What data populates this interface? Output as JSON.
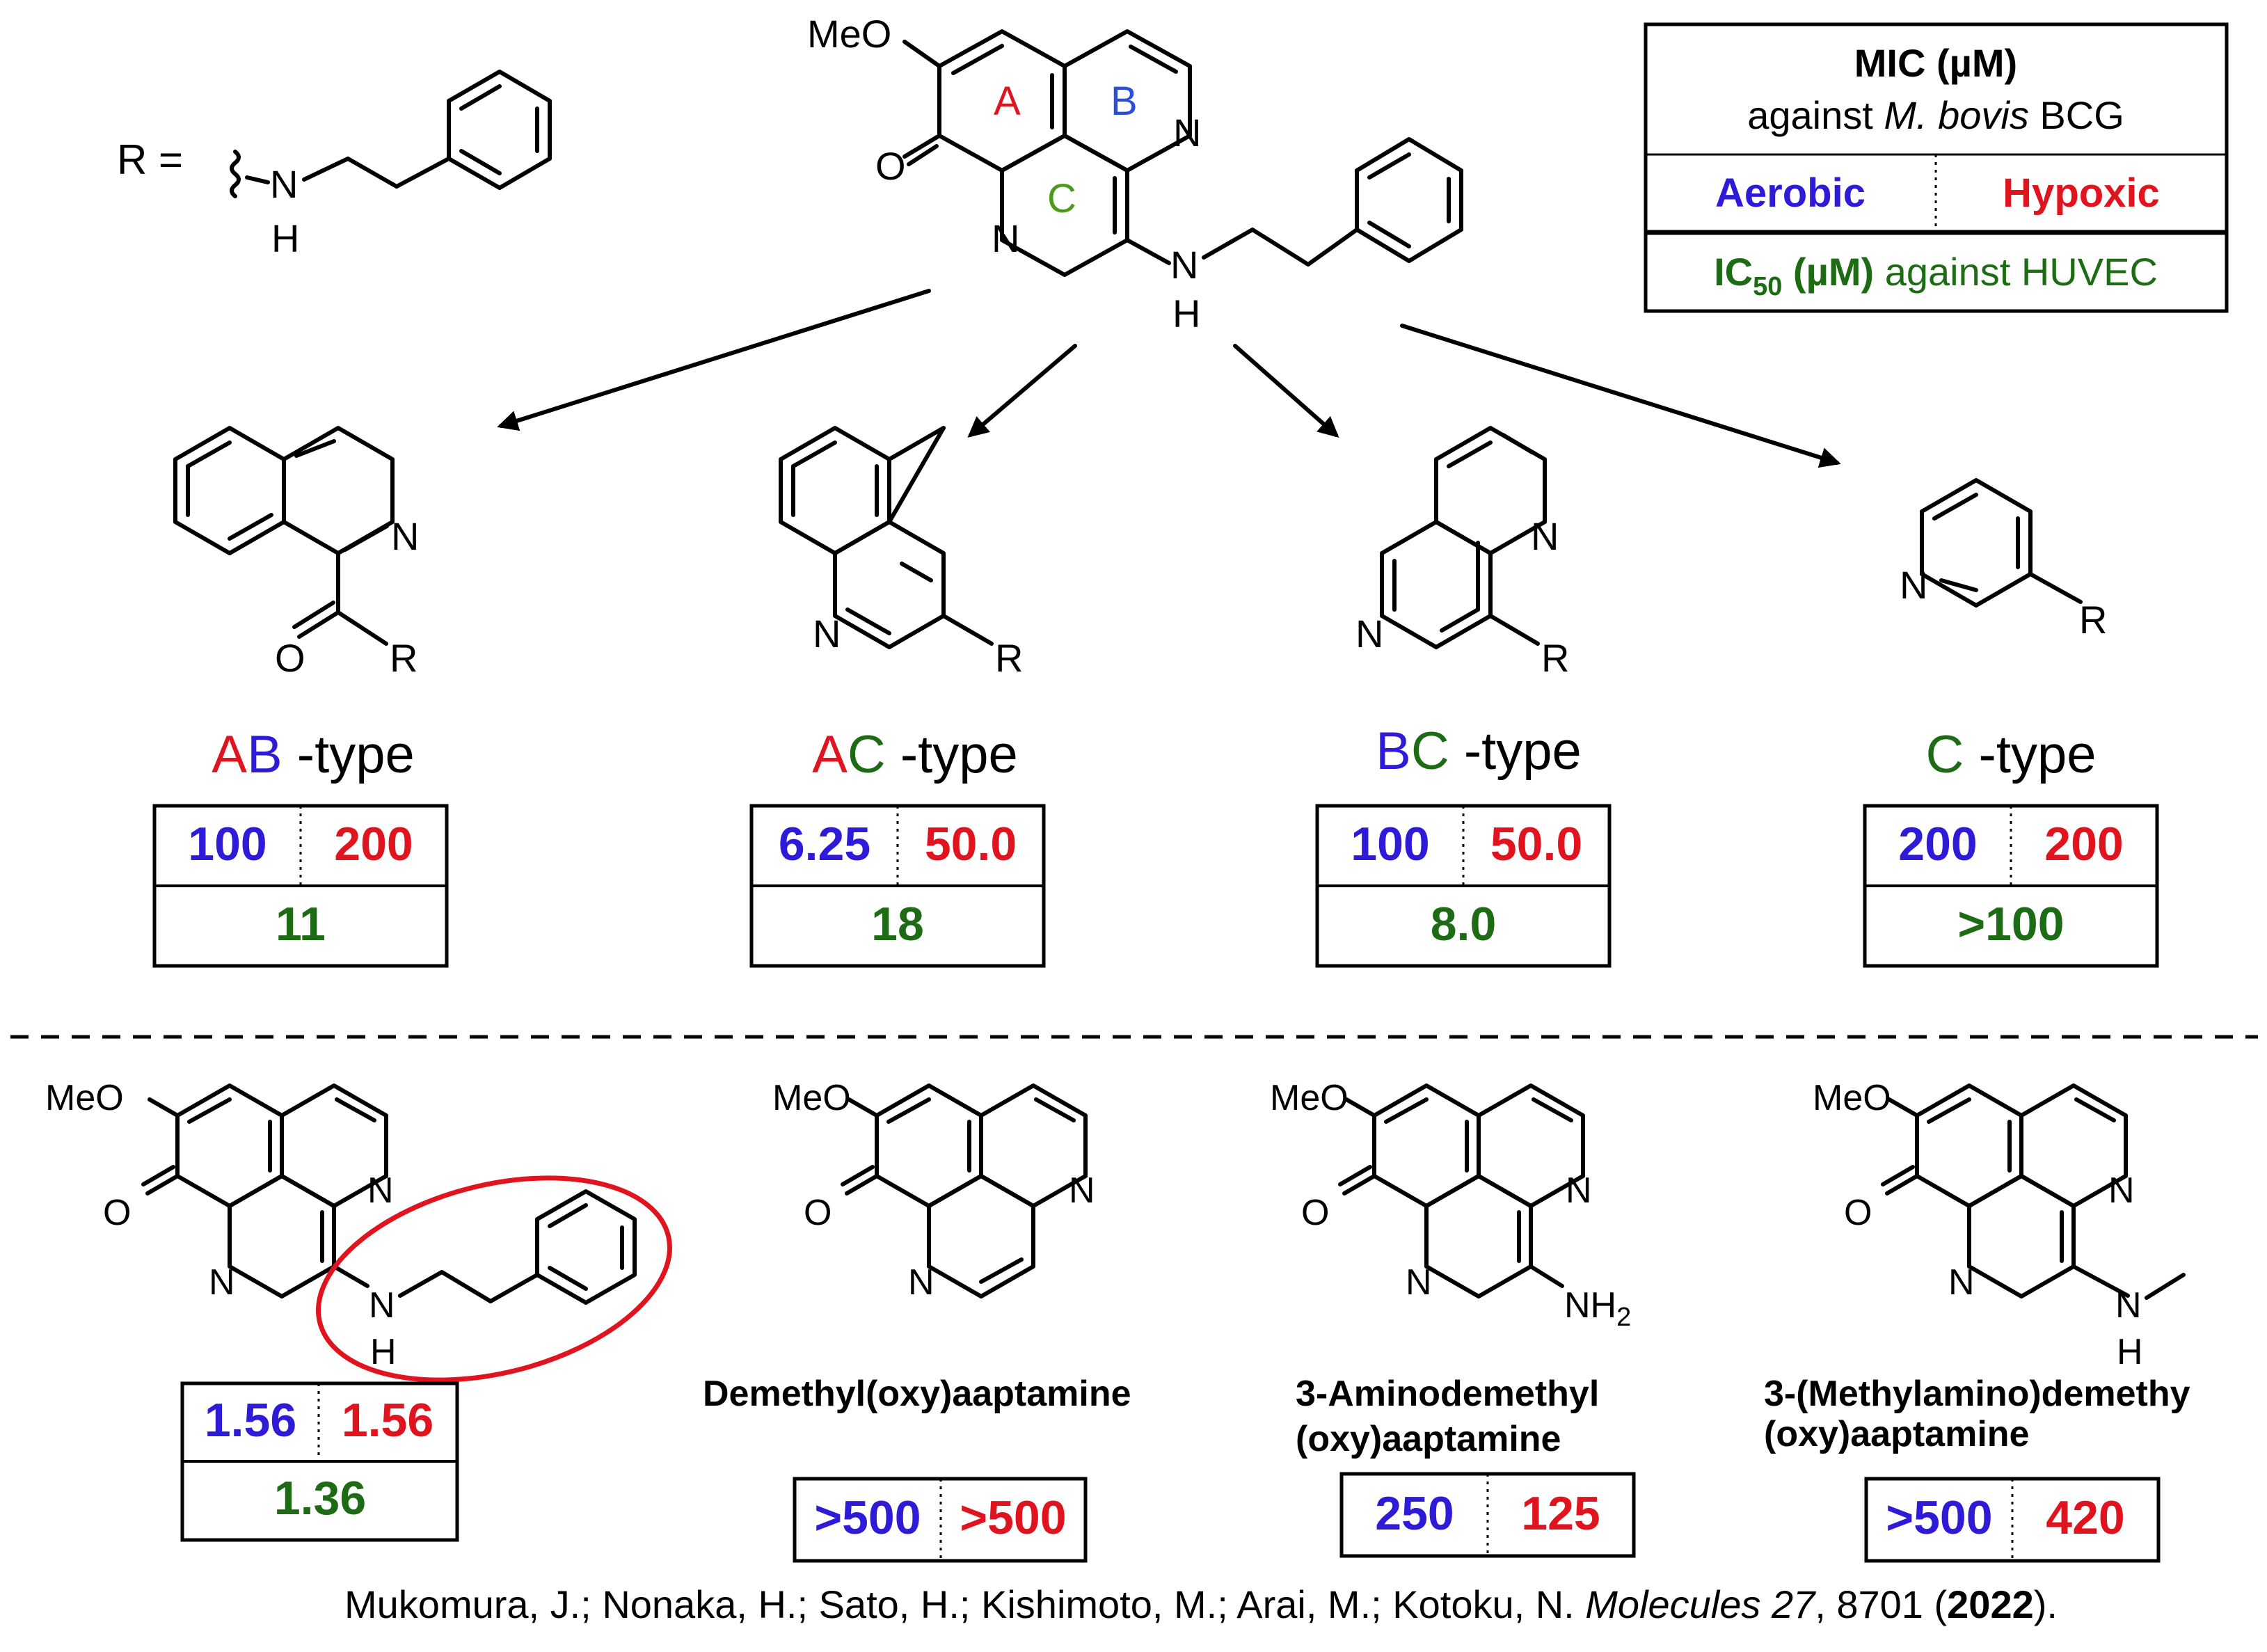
{
  "colors": {
    "aerobic": "#2d1bd8",
    "hypoxic": "#e0141e",
    "huvec": "#1d6b14",
    "ringA": "#e0141e",
    "ringB": "#2d4fd8",
    "ringC": "#4d9a1a",
    "highlight": "#e0141e"
  },
  "r_definition": {
    "prefix": "R =",
    "n": "N",
    "h": "H"
  },
  "lead": {
    "meo": "MeO",
    "o": "O",
    "n1": "N",
    "n2": "N",
    "nh_n": "N",
    "nh_h": "H",
    "ring_a": "A",
    "ring_b": "B",
    "ring_c": "C"
  },
  "legend": {
    "title": "MIC (µM)",
    "subtitle_pre": "against ",
    "subtitle_italic": "M. bovis",
    "subtitle_post": " BCG",
    "aerobic": "Aerobic",
    "hypoxic": "Hypoxic",
    "ic_main": "IC",
    "ic_sub": "50",
    "ic_unit": " (µM)",
    "ic_rest": " against HUVEC"
  },
  "fragments": [
    {
      "type_a": "A",
      "type_b": "B",
      "type_rest": " -type",
      "aerobic": "100",
      "hypoxic": "200",
      "huvec": "11",
      "atoms": {
        "n": "N",
        "o": "O",
        "r": "R"
      }
    },
    {
      "type_a": "A",
      "type_b": "C",
      "type_rest": " -type",
      "aerobic": "6.25",
      "hypoxic": "50.0",
      "huvec": "18",
      "atoms": {
        "n": "N",
        "r": "R"
      }
    },
    {
      "type_a": "B",
      "type_b": "C",
      "type_rest": " -type",
      "aerobic": "100",
      "hypoxic": "50.0",
      "huvec": "8.0",
      "atoms": {
        "n1": "N",
        "n2": "N",
        "r": "R"
      }
    },
    {
      "type_a": "",
      "type_b": "C",
      "type_rest": " -type",
      "aerobic": "200",
      "hypoxic": "200",
      "huvec": ">100",
      "atoms": {
        "n": "N",
        "r": "R"
      }
    }
  ],
  "compounds": [
    {
      "name_line1": "",
      "name_line2": "",
      "aerobic": "1.56",
      "hypoxic": "1.56",
      "huvec": "1.36",
      "atoms": {
        "meo": "MeO",
        "o": "O",
        "n1": "N",
        "n2": "N",
        "sub_n": "N",
        "sub_h": "H"
      }
    },
    {
      "name_line1": "Demethyl(oxy)aaptamine",
      "name_line2": "",
      "aerobic": ">500",
      "hypoxic": ">500",
      "huvec": "",
      "atoms": {
        "meo": "MeO",
        "o": "O",
        "n1": "N",
        "n2": "N"
      }
    },
    {
      "name_line1": "3-Aminodemethyl",
      "name_line2": "(oxy)aaptamine",
      "aerobic": "250",
      "hypoxic": "125",
      "huvec": "",
      "atoms": {
        "meo": "MeO",
        "o": "O",
        "n1": "N",
        "n2": "N",
        "nh2": "NH",
        "nh2_sub": "2"
      }
    },
    {
      "name_line1": "3-(Methylamino)demethy",
      "name_line2": "(oxy)aaptamine",
      "aerobic": ">500",
      "hypoxic": "420",
      "huvec": "",
      "atoms": {
        "meo": "MeO",
        "o": "O",
        "n1": "N",
        "n2": "N",
        "sub_n": "N",
        "sub_h": "H"
      }
    }
  ],
  "citation": {
    "authors": "Mukomura, J.; Nonaka, H.; Sato, H.; Kishimoto, M.; Arai, M.; Kotoku, N. ",
    "journal": "Molecules",
    "volume": " 27",
    "pages": ", 8701 (",
    "year": "2022",
    "end": ")."
  }
}
